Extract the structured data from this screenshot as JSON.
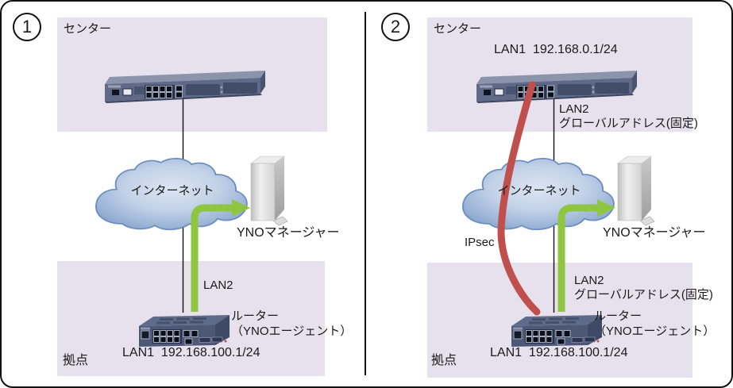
{
  "colors": {
    "zone_box_fill": "#E6E1ED",
    "green_arrow": "#8FC63F",
    "ipsec_tunnel_red": "#C0504D",
    "cloud_edge_blue": "#7E9CC8",
    "cloud_center_blue": "#DCE4F1",
    "device_body": "#5E6A88",
    "line_black": "#111111"
  },
  "icons": {
    "center_router": "rack-router-icon",
    "branch_router": "desktop-router-icon",
    "internet": "cloud-icon",
    "yno_manager": "server-tower-icon"
  },
  "panel1": {
    "number": "1",
    "center_zone_label": "センター",
    "internet_label": "インターネット",
    "yno_manager_label": "YNOマネージャー",
    "lan2_label": "LAN2",
    "router_label_line1": "ルーター",
    "router_label_line2": "（YNOエージェント）",
    "lan1_label": "LAN1  192.168.100.1/24",
    "branch_zone_label": "拠点"
  },
  "panel2": {
    "number": "2",
    "center_zone_label": "センター",
    "center_lan1_label": "LAN1  192.168.0.1/24",
    "center_lan2_line1": "LAN2",
    "center_lan2_line2": "グローバルアドレス(固定)",
    "internet_label": "インターネット",
    "ipsec_label": "IPsec",
    "yno_manager_label": "YNOマネージャー",
    "branch_lan2_line1": "LAN2",
    "branch_lan2_line2": "グローバルアドレス(固定)",
    "router_label_line1": "ルーター",
    "router_label_line2": "（YNOエージェント）",
    "lan1_label": "LAN1  192.168.100.1/24",
    "branch_zone_label": "拠点"
  }
}
